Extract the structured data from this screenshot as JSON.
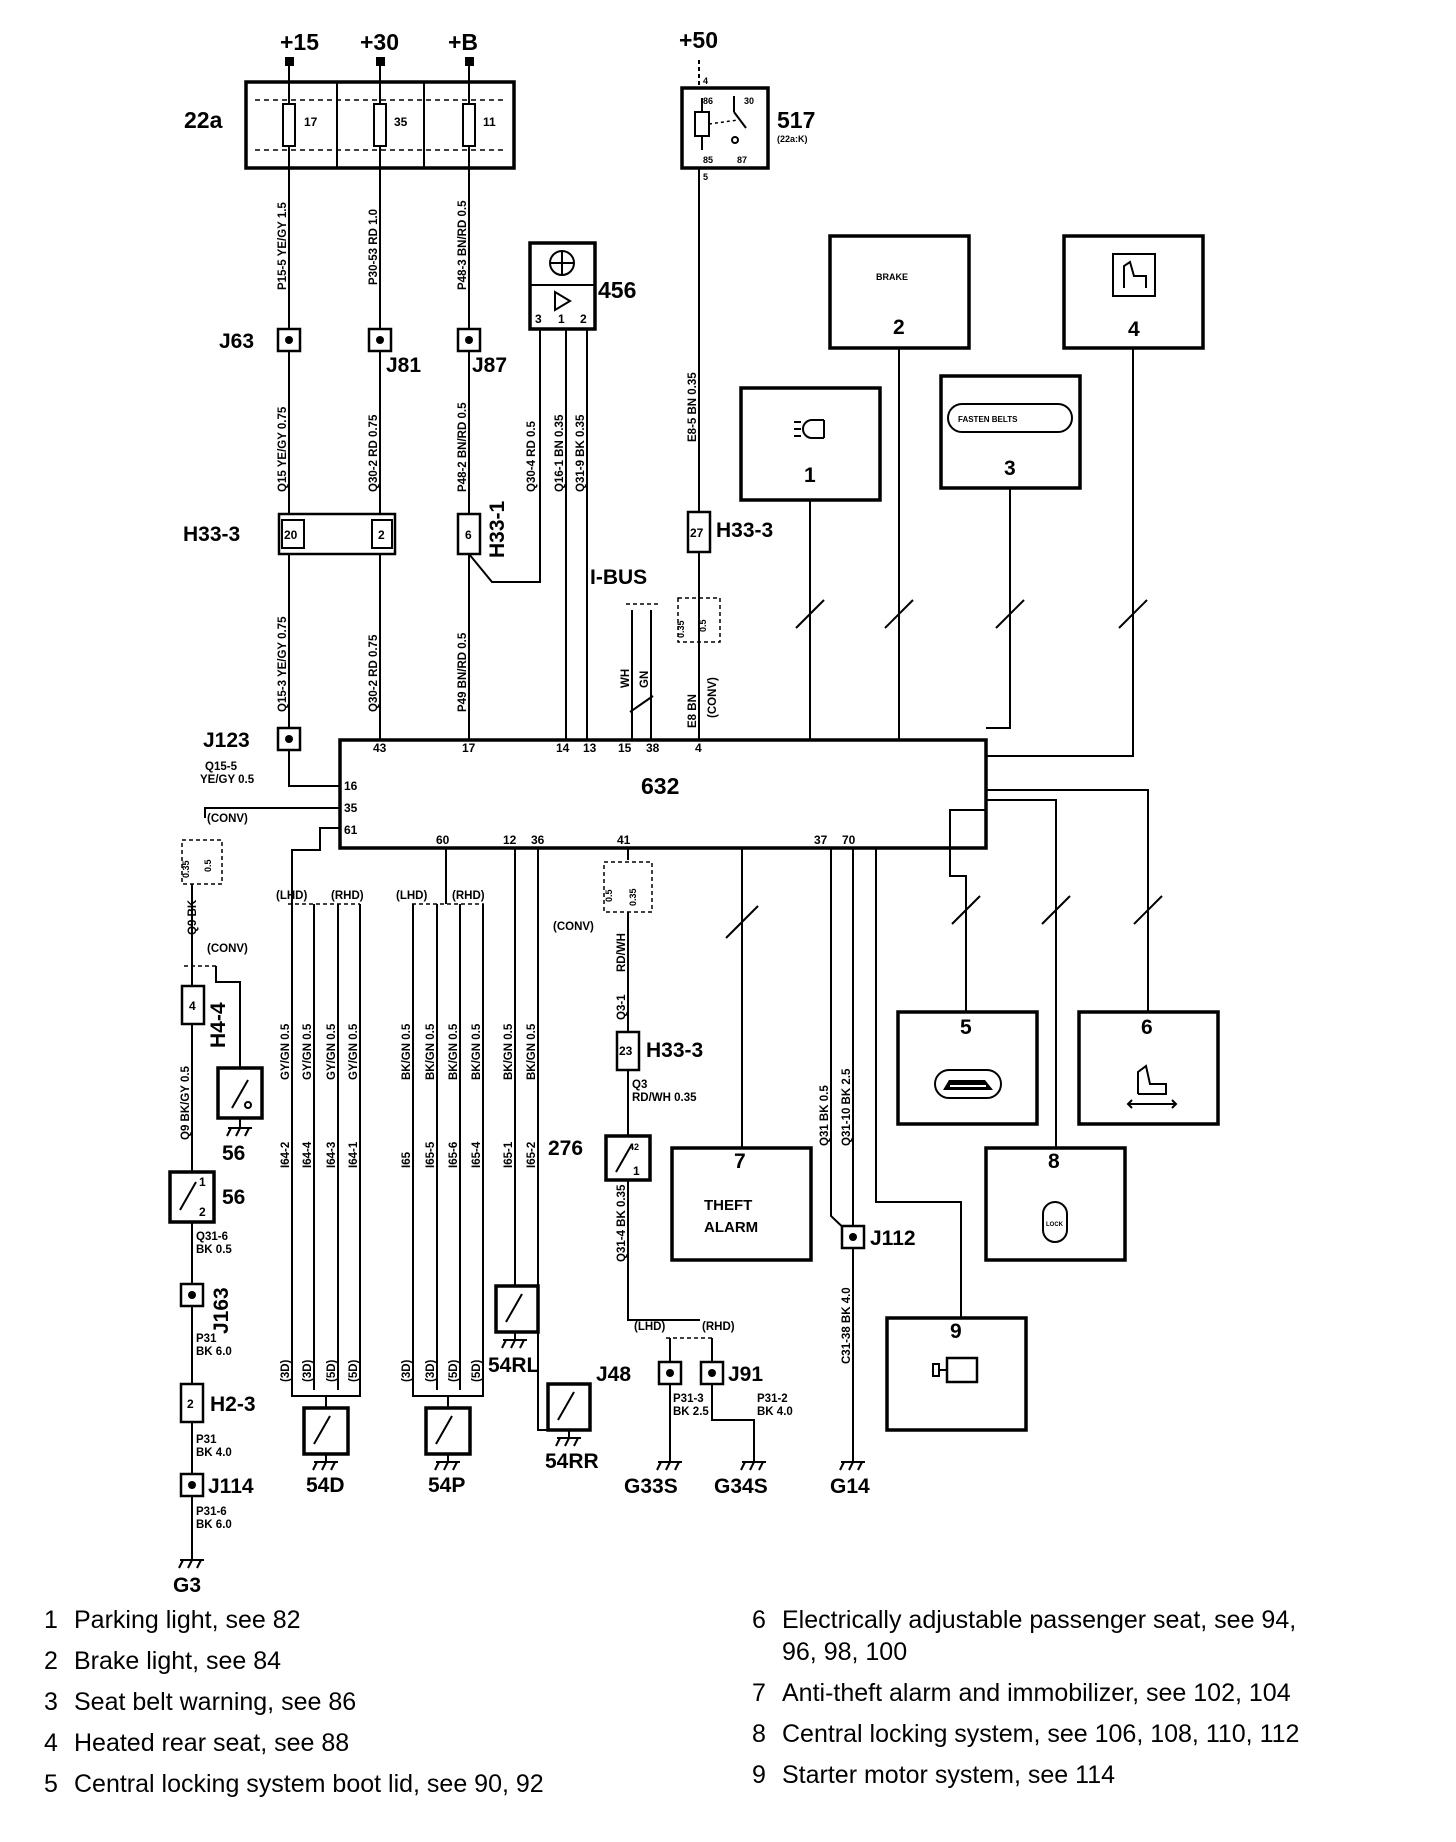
{
  "supplies": {
    "s15": "+15",
    "s30": "+30",
    "sB": "+B",
    "s50": "+50"
  },
  "fusebox": {
    "label": "22a",
    "f17": "17",
    "f35": "35",
    "f11": "11"
  },
  "relay517": {
    "label": "517",
    "sub": "(22a:K)",
    "p86": "86",
    "p30": "30",
    "p85": "85",
    "p87": "87",
    "pin_top": "4",
    "pin_bot": "5"
  },
  "joints": {
    "J63": "J63",
    "J81": "J81",
    "J87": "J87",
    "J123": "J123",
    "J112": "J112",
    "J163": "J163",
    "J114": "J114",
    "J48": "J48",
    "J91": "J91"
  },
  "connectors": {
    "h33_3a": "H33-3",
    "h33_1": "H33-1",
    "h33_3b": "H33-3",
    "h33_3c": "H33-3",
    "h4_4": "H4-4",
    "h2_3": "H2-3",
    "c20": "20",
    "c2": "2",
    "c6": "6",
    "c27": "27",
    "c23": "23",
    "c4": "4",
    "c2b": "2"
  },
  "wires": {
    "p15_5": "P15-5 YE/GY 1.5",
    "p30_53": "P30-53 RD 1.0",
    "p48_3": "P48-3 BN/RD 0.5",
    "q15_a": "Q15 YE/GY 0.75",
    "q30_2": "Q30-2 RD 0.75",
    "p48_2": "P48-2 BN/RD 0.5",
    "q30_4": "Q30-4 RD 0.5",
    "q16_1": "Q16-1 BN 0.35",
    "q31_9": "Q31-9 BK 0.35",
    "e8_5": "E8-5 BN 0.35",
    "q15_3": "Q15-3 YE/GY 0.75",
    "q30_2b": "Q30-2 RD 0.75",
    "p49": "P49 BN/RD 0.5",
    "wh": "WH",
    "gn": "GN",
    "e8bn": "E8 BN",
    "conv_e8": "(CONV)",
    "q15_5a": "Q15-5",
    "q15_5b": "YE/GY 0.5",
    "conv_a": "(CONV)",
    "conv_b": "(CONV)",
    "conv_c": "(CONV)",
    "q9bk": "Q9 BK",
    "q9bkgy": "Q9 BK/GY 0.5",
    "q31_6a": "Q31-6",
    "q31_6b": "BK 0.5",
    "p31a": "P31",
    "p31a2": "BK 6.0",
    "p31b": "P31",
    "p31b2": "BK 4.0",
    "p31_6a": "P31-6",
    "p31_6b": "BK 6.0",
    "rdwh": "RD/WH",
    "q3_1": "Q3-1",
    "q3a": "Q3",
    "q3b": "RD/WH 0.35",
    "q31_4": "Q31-4 BK 0.35",
    "p31_3a": "P31-3",
    "p31_3b": "BK 2.5",
    "p31_2a": "P31-2",
    "p31_2b": "BK 4.0",
    "q31bk": "Q31 BK 0.5",
    "q31_10": "Q31-10 BK 2.5",
    "c31_38": "C31-38 BK 4.0",
    "d5": "0.5",
    "d35": "0.35",
    "gygn": "GY/GN 0.5",
    "bkgn": "BK/GN 0.5",
    "i64_2": "I64-2",
    "i64_4": "I64-4",
    "i64_3": "I64-3",
    "i64_1": "I64-1",
    "i65": "I65",
    "i65_5": "I65-5",
    "i65_6": "I65-6",
    "i65_4": "I65-4",
    "i65_1": "I65-1",
    "i65_2": "I65-2",
    "d3": "(3D)",
    "d5d": "(5D)",
    "lhd": "(LHD)",
    "rhd": "(RHD)"
  },
  "ibus": "I-BUS",
  "module632": {
    "label": "632",
    "top_pins": [
      "43",
      "17",
      "14",
      "13",
      "15",
      "38",
      "4"
    ],
    "left_pins": [
      "16",
      "35",
      "61"
    ],
    "bottom_pins": [
      "60",
      "12",
      "36",
      "41",
      "37",
      "70"
    ]
  },
  "comp456": {
    "label": "456",
    "pins": [
      "3",
      "1",
      "2"
    ]
  },
  "boxes": {
    "b1": "1",
    "b2": "2",
    "b3": "3",
    "b4": "4",
    "b5": "5",
    "b6": "6",
    "b7": "7",
    "b8": "8",
    "b9": "9",
    "brake": "BRAKE",
    "fasten": "FASTEN BELTS",
    "theft1": "THEFT",
    "theft2": "ALARM",
    "lock": "LOCK"
  },
  "switches": {
    "s56a": "56",
    "s56b": "56",
    "s276": "276",
    "s54RL": "54RL",
    "s54RR": "54RR",
    "s54D": "54D",
    "s54P": "54P",
    "p1": "1",
    "p2": "2",
    "p42": "42",
    "p1b": "1"
  },
  "grounds": {
    "G3": "G3",
    "G33S": "G33S",
    "G34S": "G34S",
    "G14": "G14"
  },
  "legend": [
    {
      "num": "1",
      "text": "Parking light, see 82"
    },
    {
      "num": "2",
      "text": "Brake light, see 84"
    },
    {
      "num": "3",
      "text": "Seat belt warning, see 86"
    },
    {
      "num": "4",
      "text": "Heated rear seat, see 88"
    },
    {
      "num": "5",
      "text": "Central locking system boot lid, see 90, 92"
    },
    {
      "num": "6",
      "text": "Electrically adjustable passenger seat, see 94,",
      "cont": "96, 98, 100"
    },
    {
      "num": "7",
      "text": "Anti-theft alarm and immobilizer, see 102, 104"
    },
    {
      "num": "8",
      "text": "Central locking system, see 106, 108, 110, 112"
    },
    {
      "num": "9",
      "text": "Starter motor system, see 114"
    }
  ]
}
